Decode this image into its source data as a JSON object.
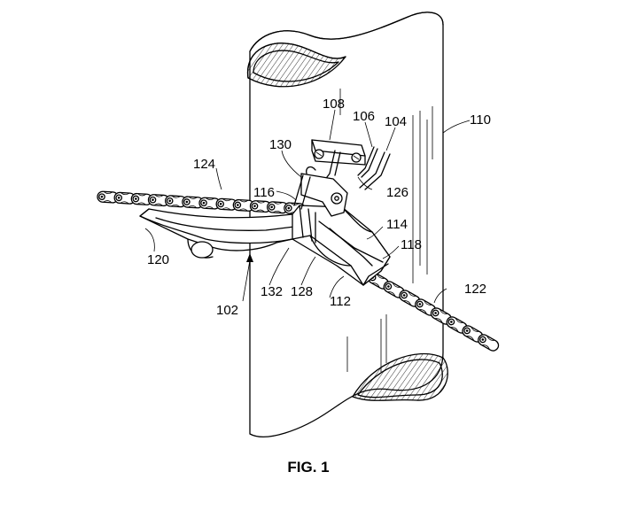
{
  "figure": {
    "caption": "FIG. 1",
    "reference_numerals": [
      {
        "id": "r102",
        "text": "102"
      },
      {
        "id": "r104",
        "text": "104"
      },
      {
        "id": "r106",
        "text": "106"
      },
      {
        "id": "r108",
        "text": "108"
      },
      {
        "id": "r110",
        "text": "110"
      },
      {
        "id": "r112",
        "text": "112"
      },
      {
        "id": "r114",
        "text": "114"
      },
      {
        "id": "r116",
        "text": "116"
      },
      {
        "id": "r118",
        "text": "118"
      },
      {
        "id": "r120",
        "text": "120"
      },
      {
        "id": "r122",
        "text": "122"
      },
      {
        "id": "r124",
        "text": "124"
      },
      {
        "id": "r126",
        "text": "126"
      },
      {
        "id": "r128",
        "text": "128"
      },
      {
        "id": "r130",
        "text": "130"
      },
      {
        "id": "r132",
        "text": "132"
      }
    ]
  }
}
